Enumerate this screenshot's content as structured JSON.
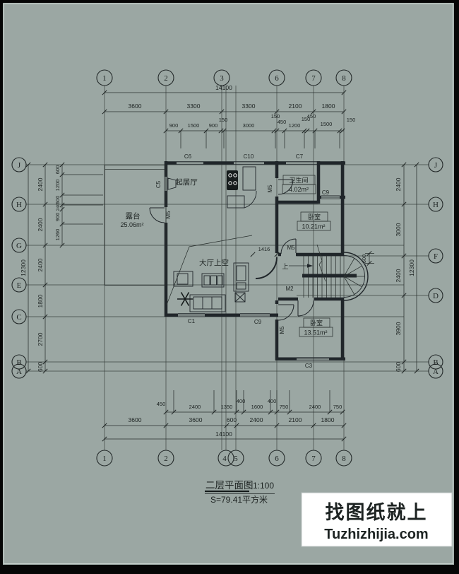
{
  "axes": {
    "top": [
      "1",
      "2",
      "3",
      "6",
      "7",
      "8"
    ],
    "bottom": [
      "1",
      "2",
      "4",
      "5",
      "6",
      "7",
      "8"
    ],
    "left": [
      "J",
      "H",
      "G",
      "E",
      "C",
      "B",
      "A"
    ],
    "right": [
      "J",
      "H",
      "F",
      "D",
      "B",
      "A"
    ]
  },
  "dims": {
    "total_w": "14100",
    "total_h": "12300",
    "top_seg": [
      "3600",
      "3300",
      "3300",
      "2100",
      "1800"
    ],
    "top_sub": [
      "900",
      "1500",
      "900",
      "150",
      "3000",
      "150",
      "450",
      "1200",
      "150",
      "450",
      "1500",
      "150"
    ],
    "bot_sub": [
      "450",
      "2400",
      "1350",
      "400",
      "1600",
      "400",
      "750",
      "2400",
      "750"
    ],
    "bot_seg": [
      "3600",
      "3600",
      "600",
      "2400",
      "2100",
      "1800"
    ],
    "left_seg": [
      "2400",
      "2400",
      "2400",
      "1800",
      "2700",
      "600"
    ],
    "left_sub": [
      "600",
      "1200",
      "600",
      "240",
      "900",
      "1260"
    ],
    "right_seg": [
      "2400",
      "3000",
      "2400",
      "3900",
      "600"
    ],
    "stair_width": "600",
    "hall_opening": "1416"
  },
  "openings": {
    "c6": "C6",
    "c10": "C10",
    "c7": "C7",
    "c5": "C5",
    "c9": "C9",
    "c1": "C1",
    "c3": "C3",
    "m5": "M5",
    "m2": "M2"
  },
  "rooms": {
    "living": "起居厅",
    "terrace": "露台",
    "terrace_area": "25.06m²",
    "bath": "卫生间",
    "bath_area": "4.02m²",
    "bed1": "卧室",
    "bed1_area": "10.21m²",
    "bed2": "卧室",
    "bed2_area": "13.51m²",
    "hall": "大厅上空",
    "stair_up": "上"
  },
  "title": {
    "name": "二层平面图",
    "scale": "1:100",
    "area": "S=79.41平方米"
  },
  "watermark": {
    "line1": "找图纸就上",
    "line2": "Tuzhizhijia.com"
  },
  "colors": {
    "background": "#9ba7a3",
    "ink": "#20262a",
    "watermark_blue": "#1717cc"
  }
}
